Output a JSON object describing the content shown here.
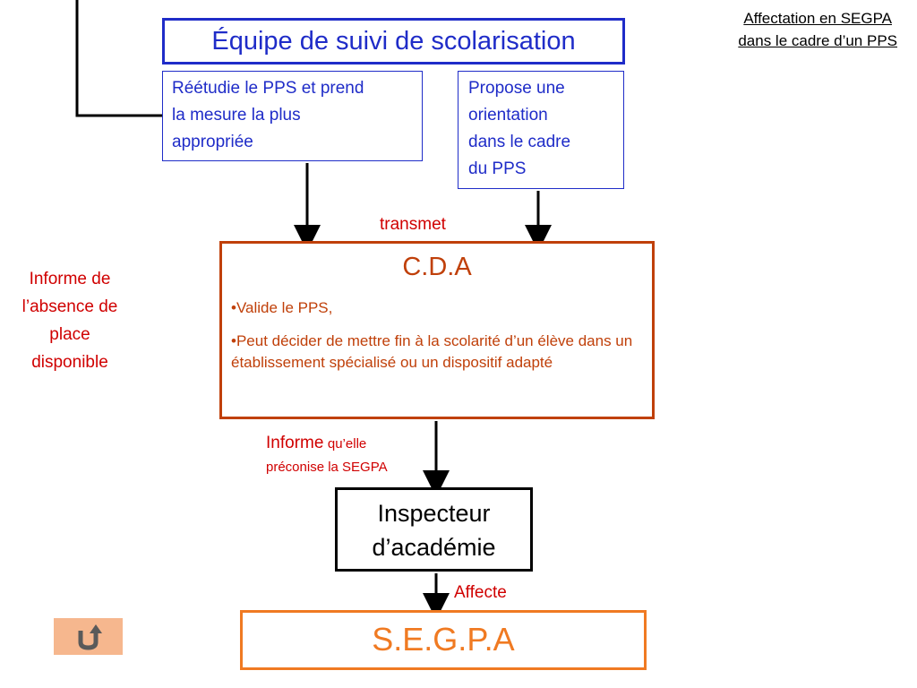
{
  "header_note": {
    "line1": "Affectation en SEGPA",
    "line2": "dans le cadre d’un PPS"
  },
  "equipe": {
    "title": "Équipe de suivi de scolarisation"
  },
  "reetudie": {
    "line1": "Réétudie le PPS et prend",
    "line2": "la mesure la plus",
    "line3": "appropriée"
  },
  "propose": {
    "line1": "Propose une",
    "line2": "orientation",
    "line3": "dans le cadre",
    "line4": "du PPS"
  },
  "transmet_label": "transmet",
  "left_note": {
    "line1": "Informe de",
    "line2": "l’absence de",
    "line3": "place",
    "line4": "disponible"
  },
  "cda": {
    "title": "C.D.A",
    "item1": "•Valide le PPS,",
    "item2": "•Peut décider de mettre fin à la scolarité d’un élève dans un établissement spécialisé ou un dispositif adapté"
  },
  "informe": {
    "word": "Informe",
    "rest_line1": "qu’elle",
    "line2": "préconise la SEGPA"
  },
  "inspecteur": {
    "line1": "Inspecteur",
    "line2": "d’académie"
  },
  "affecte_label": "Affecte",
  "segpa": {
    "title": "S.E.G.P.A"
  },
  "back_button": {
    "icon": "u-turn-arrow-icon",
    "color": "#f6b78e"
  },
  "colors": {
    "blue": "#1f2cc8",
    "red_text": "#d00000",
    "cda_border": "#c0400a",
    "segpa_orange": "#f07a22"
  }
}
